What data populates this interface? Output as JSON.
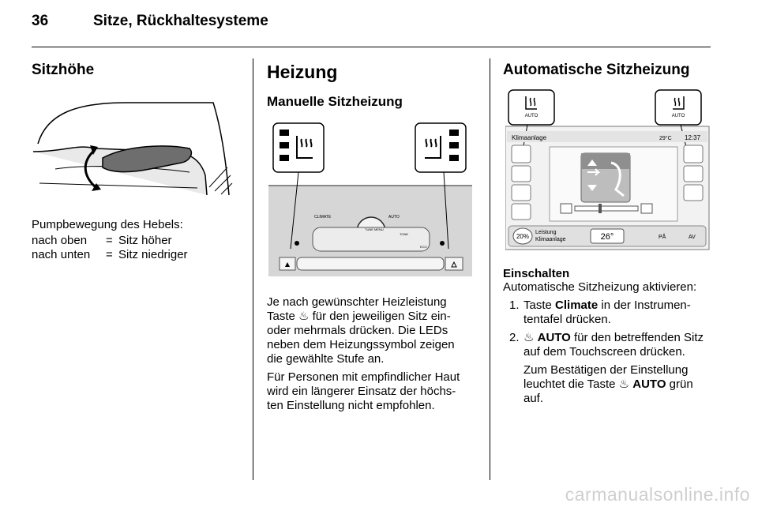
{
  "header": {
    "page_number": "36",
    "chapter_title": "Sitze, Rückhaltesysteme"
  },
  "col1": {
    "heading": "Sitzhöhe",
    "caption": "Pumpbewegung des Hebels:",
    "table": [
      {
        "left": "nach oben",
        "eq": "=",
        "right": "Sitz höher"
      },
      {
        "left": "nach unten",
        "eq": "=",
        "right": "Sitz niedriger"
      }
    ]
  },
  "col2": {
    "heading": "Heizung",
    "subheading": "Manuelle Sitzheizung",
    "panel_labels": {
      "climate": "CLIMATE",
      "auto": "AUTO",
      "tune_menu": "TUNE MENU",
      "tone": "TONE",
      "eco": "ECO"
    },
    "para1": [
      "Je nach gewünschter Heizleistung",
      "Taste ♨ für den jeweiligen Sitz ein-",
      "oder mehrmals drücken. Die LEDs",
      "neben dem Heizungssymbol zeigen",
      "die gewählte Stufe an."
    ],
    "para2": [
      "Für Personen mit empfindlicher Haut",
      "wird ein längerer Einsatz der höchs-",
      "ten Einstellung nicht empfohlen."
    ]
  },
  "col3": {
    "heading": "Automatische Sitzheizung",
    "screen": {
      "title": "Klimaanlage",
      "temp_outside": "29°C",
      "time": "12:37",
      "auto_left": "AUTO",
      "auto_right": "AUTO",
      "set_temp": "26°",
      "fan_pct": "20%",
      "perf_label_1": "Leistung",
      "perf_label_2": "Klimaanlage",
      "on": "PÅ",
      "off": "AV"
    },
    "subheading": "Einschalten",
    "intro": "Automatische Sitzheizung aktivieren:",
    "step1_num": "1.",
    "step1_pre": "Taste ",
    "step1_bold": "Climate",
    "step1_post": " in der Instrumen-",
    "step1_line2": "tentafel drücken.",
    "step2_num": "2.",
    "step2_bold": "AUTO",
    "step2_post": " für den betreffenden Sitz",
    "step2_line2": "auf dem Touchscreen drücken.",
    "step2_note1": "Zum Bestätigen der Einstellung",
    "step2_note2_pre": "leuchtet die Taste ",
    "step2_note2_bold": "AUTO",
    "step2_note2_post": " grün",
    "step2_note3": "auf."
  },
  "footer": "carmanualsonline.info"
}
